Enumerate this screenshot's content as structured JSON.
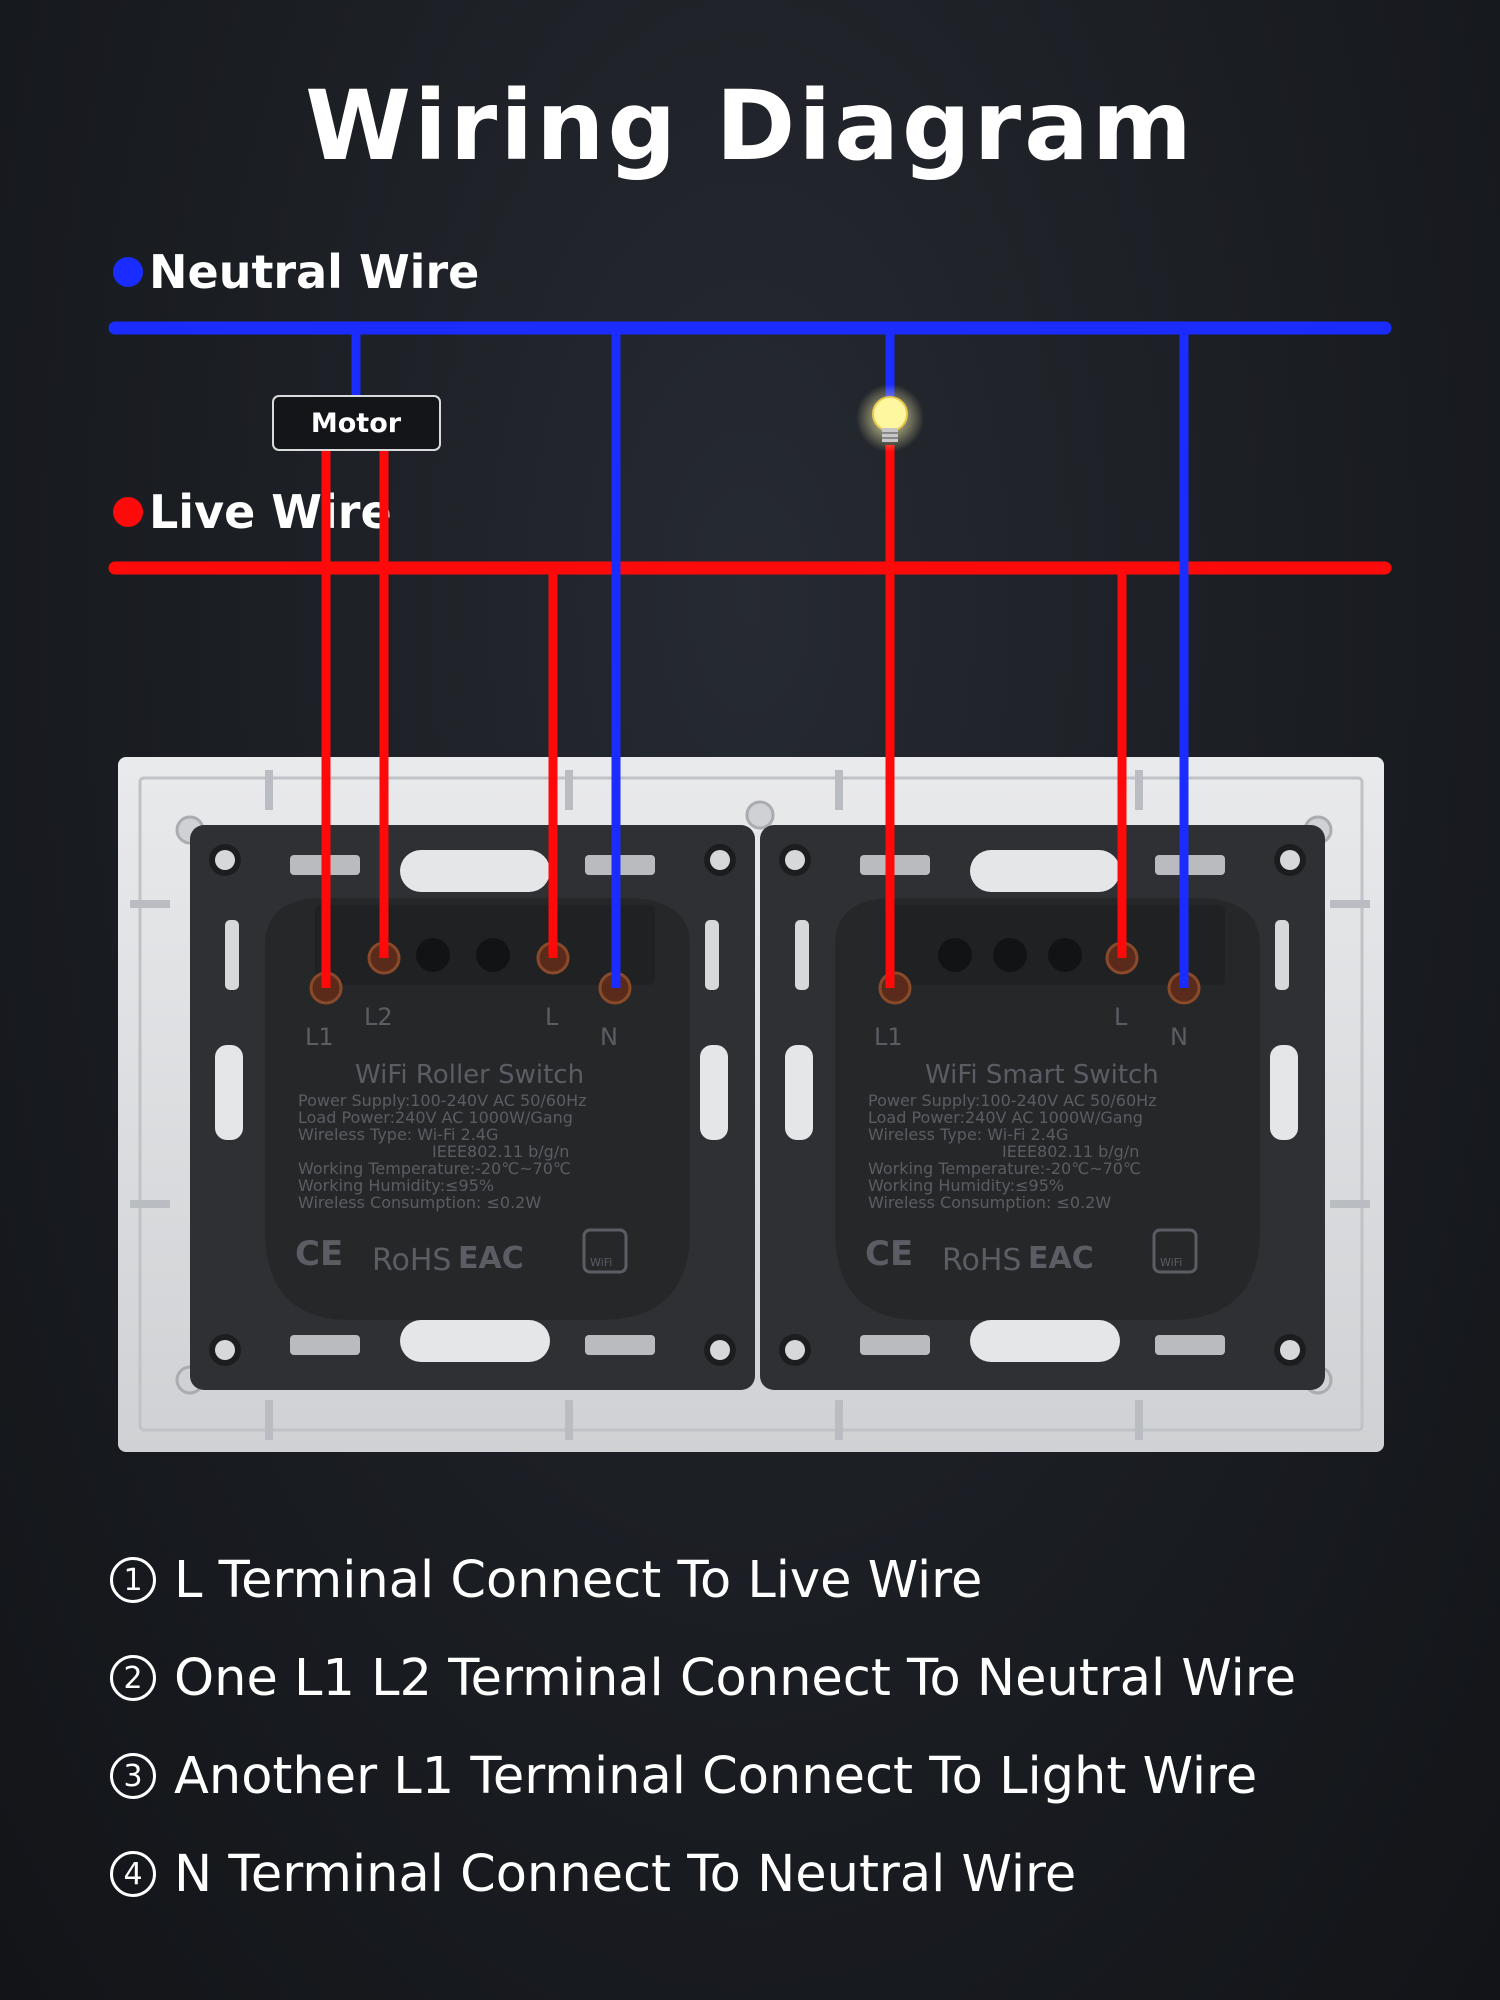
{
  "title": "Wiring Diagram",
  "neutral_wire": {
    "label": "Neutral Wire",
    "color": "#1a2cff"
  },
  "live_wire": {
    "label": "Live Wire",
    "color": "#ff0a0a"
  },
  "motor_label": "Motor",
  "modules": [
    {
      "name": "WiFi Roller Switch",
      "terminals": [
        "L1",
        "L2",
        "L",
        "N"
      ],
      "specs": [
        "Power Supply:100-240V AC 50/60Hz",
        "Load Power:240V AC 1000W/Gang",
        "Wireless Type: Wi-Fi 2.4G",
        "IEEE802.11 b/g/n",
        "Working Temperature:-20℃~70℃",
        "Working Humidity:≤95%",
        "Wireless Consumption: ≤0.2W"
      ],
      "marks": [
        "CE",
        "RoHS",
        "EAC",
        "WiFi"
      ]
    },
    {
      "name": "WiFi Smart Switch",
      "terminals": [
        "L1",
        "L",
        "N"
      ],
      "specs": [
        "Power Supply:100-240V AC 50/60Hz",
        "Load Power:240V AC 1000W/Gang",
        "Wireless Type: Wi-Fi 2.4G",
        "IEEE802.11 b/g/n",
        "Working Temperature:-20℃~70℃",
        "Working Humidity:≤95%",
        "Wireless Consumption: ≤0.2W"
      ],
      "marks": [
        "CE",
        "RoHS",
        "EAC",
        "WiFi"
      ]
    }
  ],
  "instructions": [
    {
      "num": "1",
      "text": "L Terminal Connect To Live Wire"
    },
    {
      "num": "2",
      "text": "One L1 L2 Terminal Connect To Neutral Wire"
    },
    {
      "num": "3",
      "text": "Another L1 Terminal Connect To Light Wire"
    },
    {
      "num": "4",
      "text": "N Terminal Connect To Neutral Wire"
    }
  ]
}
